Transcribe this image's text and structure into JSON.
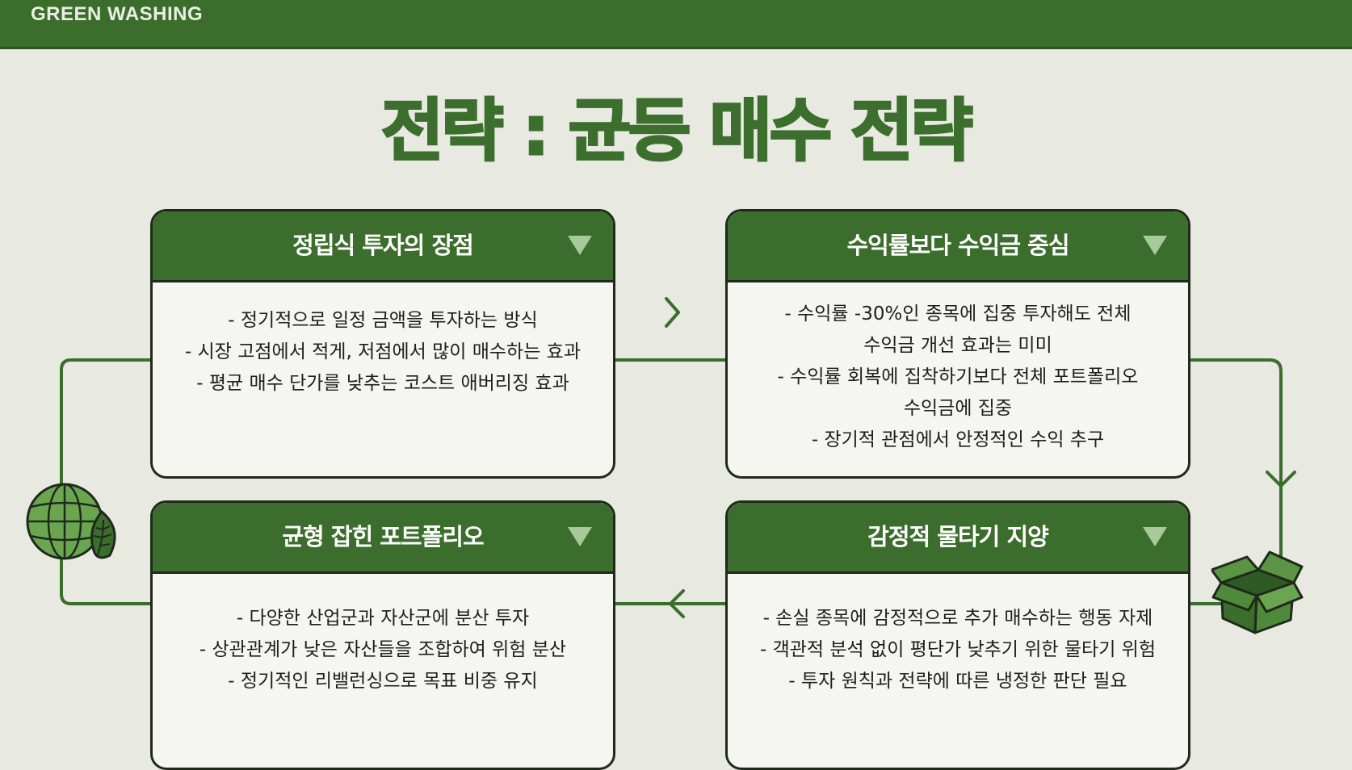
{
  "header": {
    "label": "GREEN WASHING"
  },
  "title": "전략 : 균등 매수 전략",
  "cards": [
    {
      "title": "정립식 투자의 장점",
      "lines": [
        "- 정기적으로 일정 금액을 투자하는 방식",
        "- 시장 고점에서 적게, 저점에서 많이 매수하는 효과",
        "- 평균 매수 단가를 낮추는 코스트 애버리징 효과"
      ]
    },
    {
      "title": "수익률보다 수익금 중심",
      "lines": [
        "- 수익률 -30%인 종목에 집중 투자해도 전체",
        "수익금 개선 효과는 미미",
        "- 수익률 회복에 집착하기보다 전체 포트폴리오",
        "수익금에 집중",
        "- 장기적 관점에서 안정적인 수익 추구"
      ]
    },
    {
      "title": "균형 잡힌 포트폴리오",
      "lines": [
        "- 다양한 산업군과 자산군에 분산 투자",
        "- 상관관계가 낮은 자산들을 조합하여 위험 분산",
        "- 정기적인 리밸런싱으로 목표 비중 유지"
      ]
    },
    {
      "title": "감정적 물타기 지양",
      "lines": [
        "- 손실 종목에 감정적으로 추가 매수하는 행동 자제",
        "- 객관적 분석 없이 평단가 낮추기 위한 물타기 위험",
        "- 투자 원칙과 전략에 따른 냉정한 판단 필요"
      ]
    }
  ],
  "colors": {
    "primary_green": "#3b6d2c",
    "background": "#e8e9e1",
    "card_background": "#f5f5f1",
    "caret": "#a8c999"
  },
  "icons": [
    "globe-leaf-icon",
    "open-box-icon",
    "chevron-right-icon",
    "chevron-down-icon",
    "chevron-left-icon"
  ]
}
